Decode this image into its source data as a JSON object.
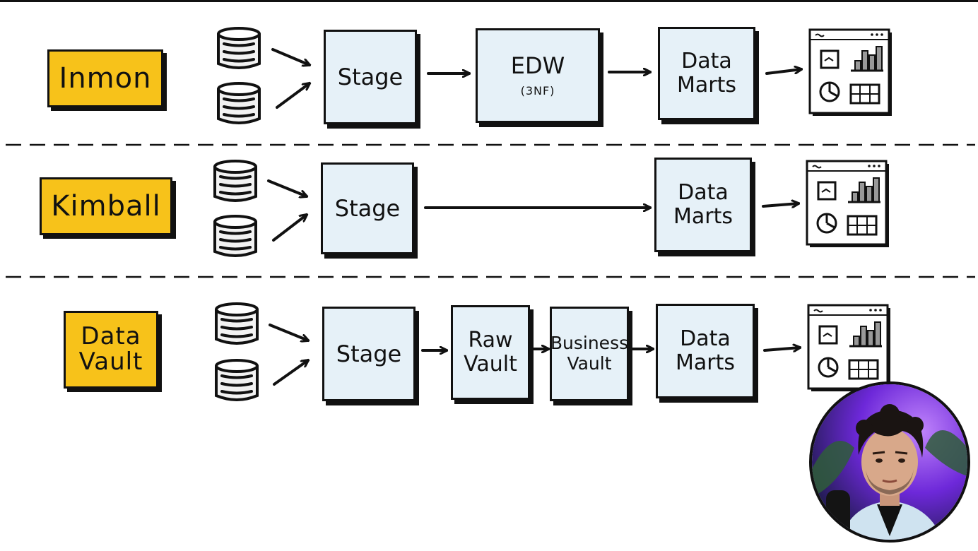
{
  "diagram": {
    "rows": [
      {
        "label": "Inmon",
        "stage": "Stage",
        "steps": [
          {
            "title": "EDW",
            "sub": "(3NF)"
          },
          {
            "title": "Data Marts",
            "sub": ""
          }
        ]
      },
      {
        "label": "Kimball",
        "stage": "Stage",
        "steps": [
          {
            "title": "Data Marts",
            "sub": ""
          }
        ]
      },
      {
        "label": "Data Vault",
        "stage": "Stage",
        "steps": [
          {
            "title": "Raw Vault",
            "sub": ""
          },
          {
            "title": "Business Vault",
            "sub": ""
          },
          {
            "title": "Data Marts",
            "sub": ""
          }
        ]
      }
    ]
  },
  "colors": {
    "label_fill": "#f7c21a",
    "node_fill": "#e6f1f8",
    "stroke": "#111111",
    "database_fill": "#f2f2f2",
    "dashboard_bar": "#999999"
  },
  "icons": {
    "source": "database-icon",
    "output": "dashboard-icon",
    "presenter": "presenter-webcam"
  }
}
